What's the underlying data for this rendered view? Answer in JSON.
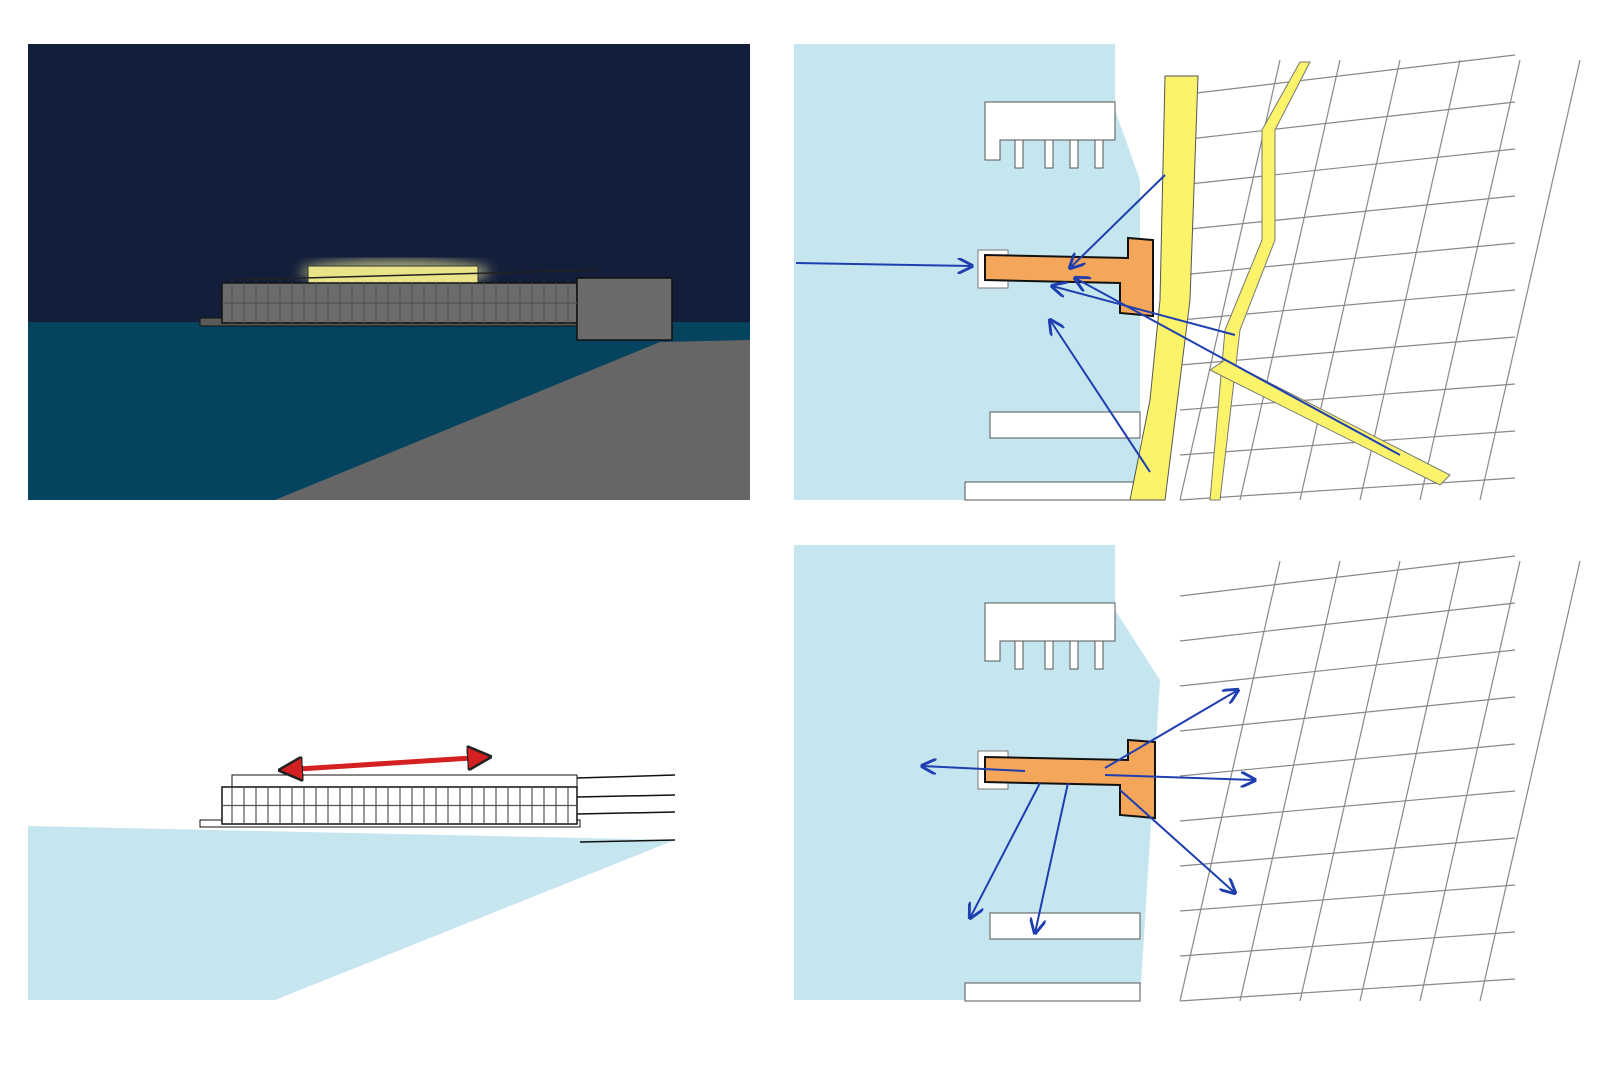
{
  "colors": {
    "night_sky": "#131e3b",
    "night_water": "#06435f",
    "land_gray": "#666666",
    "building_gray": "#6b6b6b",
    "glow_yellow": "#f4ef9a",
    "water_light": "#c5e6ee",
    "road_yellow": "#fbf36a",
    "pier_orange": "#f4a65a",
    "arrow_blue": "#1f3fb0",
    "arrow_red": "#d42020"
  },
  "panels": [
    {
      "id": "night-perspective"
    },
    {
      "id": "site-plan-views-in"
    },
    {
      "id": "day-perspective"
    },
    {
      "id": "site-plan-views-out"
    }
  ],
  "icons": [
    "arrow-icon"
  ]
}
